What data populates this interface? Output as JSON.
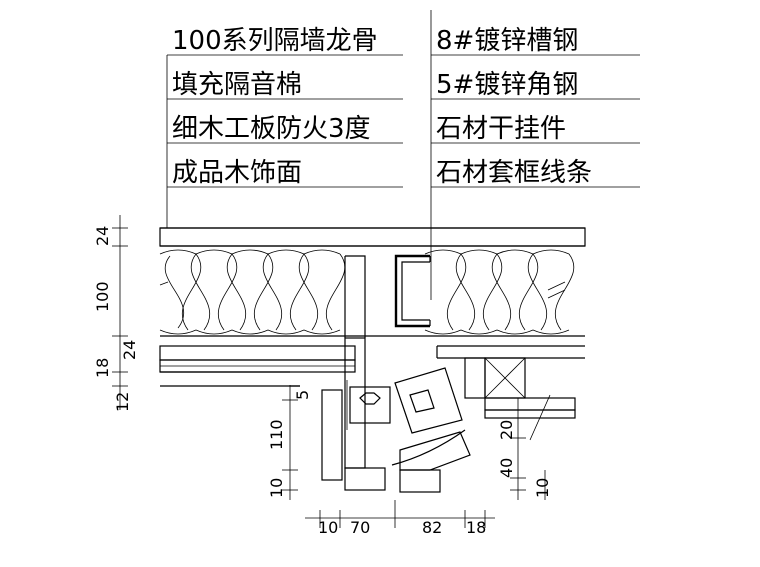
{
  "labels_left": [
    "100系列隔墙龙骨",
    "填充隔音棉",
    "细木工板防火3度",
    "成品木饰面"
  ],
  "labels_right": [
    "8#镀锌槽钢",
    "5#镀锌角钢",
    "石材干挂件",
    "石材套框线条"
  ],
  "dimensions_left": {
    "d24_top": "24",
    "d100": "100",
    "d18": "18",
    "d24_mid": "24",
    "d12": "12",
    "d5": "5",
    "d110": "110",
    "d10": "10"
  },
  "dimensions_bottom": {
    "d10": "10",
    "d70": "70",
    "d82": "82",
    "d18": "18"
  },
  "dimensions_right": {
    "d20": "20",
    "d40": "40",
    "d10": "10"
  }
}
